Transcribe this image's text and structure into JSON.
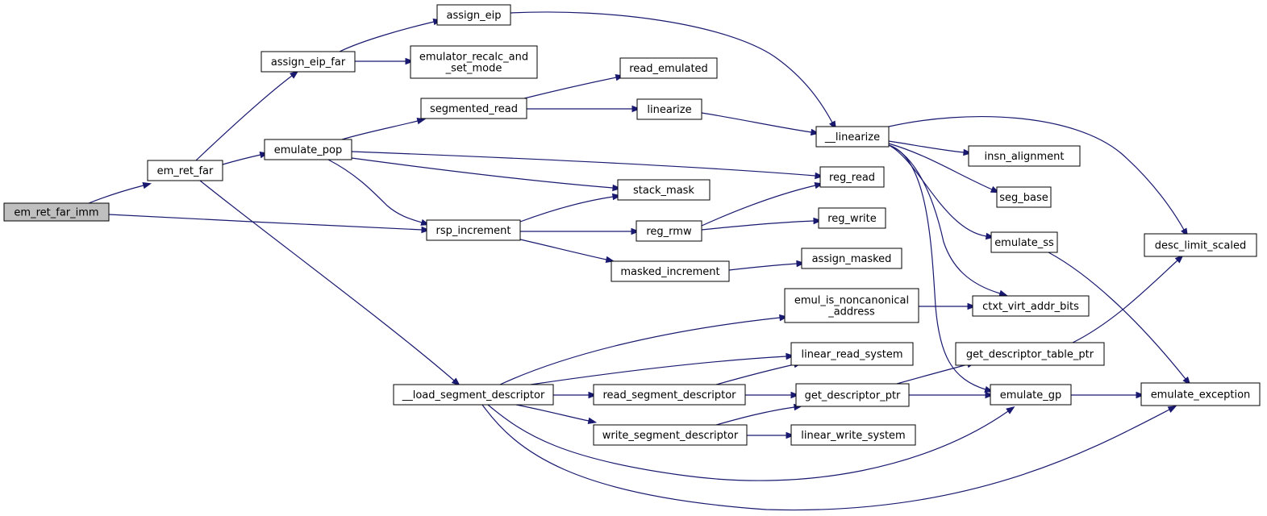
{
  "colors": {
    "edge": "#191970",
    "root_fill": "#bfbfbf",
    "node_fill": "#ffffff",
    "node_stroke": "#000000"
  },
  "nodes": [
    {
      "id": "em_ret_far_imm",
      "lines": [
        "em_ret_far_imm"
      ],
      "root": true
    },
    {
      "id": "em_ret_far",
      "lines": [
        "em_ret_far"
      ]
    },
    {
      "id": "assign_eip_far",
      "lines": [
        "assign_eip_far"
      ]
    },
    {
      "id": "assign_eip",
      "lines": [
        "assign_eip"
      ]
    },
    {
      "id": "emulator_recalc_and_set_mode",
      "lines": [
        "emulator_recalc_and",
        "_set_mode"
      ]
    },
    {
      "id": "emulate_pop",
      "lines": [
        "emulate_pop"
      ]
    },
    {
      "id": "segmented_read",
      "lines": [
        "segmented_read"
      ]
    },
    {
      "id": "read_emulated",
      "lines": [
        "read_emulated"
      ]
    },
    {
      "id": "linearize",
      "lines": [
        "linearize"
      ]
    },
    {
      "id": "__linearize",
      "lines": [
        "__linearize"
      ]
    },
    {
      "id": "reg_read",
      "lines": [
        "reg_read"
      ]
    },
    {
      "id": "stack_mask",
      "lines": [
        "stack_mask"
      ]
    },
    {
      "id": "rsp_increment",
      "lines": [
        "rsp_increment"
      ]
    },
    {
      "id": "reg_rmw",
      "lines": [
        "reg_rmw"
      ]
    },
    {
      "id": "reg_write",
      "lines": [
        "reg_write"
      ]
    },
    {
      "id": "masked_increment",
      "lines": [
        "masked_increment"
      ]
    },
    {
      "id": "assign_masked",
      "lines": [
        "assign_masked"
      ]
    },
    {
      "id": "insn_alignment",
      "lines": [
        "insn_alignment"
      ]
    },
    {
      "id": "seg_base",
      "lines": [
        "seg_base"
      ]
    },
    {
      "id": "emulate_ss",
      "lines": [
        "emulate_ss"
      ]
    },
    {
      "id": "desc_limit_scaled",
      "lines": [
        "desc_limit_scaled"
      ]
    },
    {
      "id": "ctxt_virt_addr_bits",
      "lines": [
        "ctxt_virt_addr_bits"
      ]
    },
    {
      "id": "emul_is_noncanonical_address",
      "lines": [
        "emul_is_noncanonical",
        "_address"
      ]
    },
    {
      "id": "linear_read_system",
      "lines": [
        "linear_read_system"
      ]
    },
    {
      "id": "get_descriptor_table_ptr",
      "lines": [
        "get_descriptor_table_ptr"
      ]
    },
    {
      "id": "__load_segment_descriptor",
      "lines": [
        "__load_segment_descriptor"
      ]
    },
    {
      "id": "read_segment_descriptor",
      "lines": [
        "read_segment_descriptor"
      ]
    },
    {
      "id": "get_descriptor_ptr",
      "lines": [
        "get_descriptor_ptr"
      ]
    },
    {
      "id": "emulate_gp",
      "lines": [
        "emulate_gp"
      ]
    },
    {
      "id": "emulate_exception",
      "lines": [
        "emulate_exception"
      ]
    },
    {
      "id": "write_segment_descriptor",
      "lines": [
        "write_segment_descriptor"
      ]
    },
    {
      "id": "linear_write_system",
      "lines": [
        "linear_write_system"
      ]
    }
  ],
  "edges": [
    [
      "em_ret_far_imm",
      "em_ret_far"
    ],
    [
      "em_ret_far_imm",
      "rsp_increment"
    ],
    [
      "em_ret_far",
      "assign_eip_far"
    ],
    [
      "em_ret_far",
      "emulate_pop"
    ],
    [
      "em_ret_far",
      "__load_segment_descriptor"
    ],
    [
      "assign_eip_far",
      "assign_eip"
    ],
    [
      "assign_eip_far",
      "emulator_recalc_and_set_mode"
    ],
    [
      "assign_eip",
      "__linearize"
    ],
    [
      "emulate_pop",
      "segmented_read"
    ],
    [
      "emulate_pop",
      "reg_read"
    ],
    [
      "emulate_pop",
      "stack_mask"
    ],
    [
      "emulate_pop",
      "rsp_increment"
    ],
    [
      "segmented_read",
      "read_emulated"
    ],
    [
      "segmented_read",
      "linearize"
    ],
    [
      "linearize",
      "__linearize"
    ],
    [
      "__linearize",
      "insn_alignment"
    ],
    [
      "__linearize",
      "seg_base"
    ],
    [
      "__linearize",
      "emulate_ss"
    ],
    [
      "__linearize",
      "desc_limit_scaled"
    ],
    [
      "__linearize",
      "ctxt_virt_addr_bits"
    ],
    [
      "__linearize",
      "emulate_gp"
    ],
    [
      "rsp_increment",
      "stack_mask"
    ],
    [
      "rsp_increment",
      "reg_rmw"
    ],
    [
      "rsp_increment",
      "masked_increment"
    ],
    [
      "reg_rmw",
      "reg_read"
    ],
    [
      "reg_rmw",
      "reg_write"
    ],
    [
      "masked_increment",
      "assign_masked"
    ],
    [
      "emulate_ss",
      "emulate_exception"
    ],
    [
      "emul_is_noncanonical_address",
      "ctxt_virt_addr_bits"
    ],
    [
      "get_descriptor_table_ptr",
      "desc_limit_scaled"
    ],
    [
      "__load_segment_descriptor",
      "emul_is_noncanonical_address"
    ],
    [
      "__load_segment_descriptor",
      "linear_read_system"
    ],
    [
      "__load_segment_descriptor",
      "read_segment_descriptor"
    ],
    [
      "__load_segment_descriptor",
      "write_segment_descriptor"
    ],
    [
      "__load_segment_descriptor",
      "emulate_gp"
    ],
    [
      "__load_segment_descriptor",
      "emulate_exception"
    ],
    [
      "read_segment_descriptor",
      "linear_read_system"
    ],
    [
      "read_segment_descriptor",
      "get_descriptor_ptr"
    ],
    [
      "get_descriptor_ptr",
      "get_descriptor_table_ptr"
    ],
    [
      "get_descriptor_ptr",
      "emulate_gp"
    ],
    [
      "write_segment_descriptor",
      "get_descriptor_ptr"
    ],
    [
      "write_segment_descriptor",
      "linear_write_system"
    ],
    [
      "emulate_gp",
      "emulate_exception"
    ]
  ]
}
